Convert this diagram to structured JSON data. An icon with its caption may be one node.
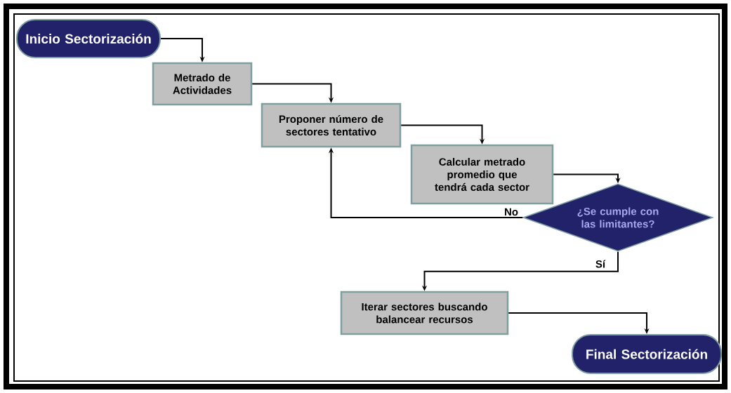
{
  "diagram": {
    "nodes": [
      {
        "text": [
          "Inicio Sectorización"
        ]
      },
      {
        "text": [
          "Metrado de Actividades"
        ]
      },
      {
        "text": [
          "Proponer número de sectores tentativo"
        ]
      },
      {
        "text": [
          "Calcular metrado promedio que tendrá cada sector"
        ]
      },
      {
        "text": [
          "¿Se cumple con las limitantes?"
        ]
      },
      {
        "text": [
          "Iterar sectores buscando balancear recursos"
        ]
      },
      {
        "text": [
          "Final Sectorización"
        ]
      }
    ],
    "edges": [
      {
        "from": 0,
        "to": 1,
        "arrow": "to"
      },
      {
        "from": 1,
        "to": 2,
        "arrow": "to"
      },
      {
        "from": 2,
        "to": 3,
        "arrow": "to"
      },
      {
        "from": 3,
        "to": 4,
        "arrow": "to"
      },
      {
        "from": 4,
        "to": 2,
        "arrow": "to",
        "label": "No"
      },
      {
        "from": 4,
        "to": 5,
        "arrow": "to",
        "label": "Sí"
      },
      {
        "from": 5,
        "to": 6,
        "arrow": "to"
      }
    ]
  }
}
